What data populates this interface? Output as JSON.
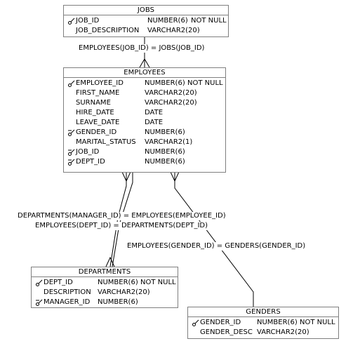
{
  "tables": {
    "jobs": {
      "title": "JOBS",
      "columns": [
        {
          "name": "JOB_ID",
          "type": "NUMBER(6)",
          "constraint": "NOT NULL",
          "key": "primary"
        },
        {
          "name": "JOB_DESCRIPTION",
          "type": "VARCHAR2(20)",
          "constraint": "",
          "key": "none"
        }
      ]
    },
    "employees": {
      "title": "EMPLOYEES",
      "columns": [
        {
          "name": "EMPLOYEE_ID",
          "type": "NUMBER(6)",
          "constraint": "NOT NULL",
          "key": "primary"
        },
        {
          "name": "FIRST_NAME",
          "type": "VARCHAR2(20)",
          "constraint": "",
          "key": "none"
        },
        {
          "name": "SURNAME",
          "type": "VARCHAR2(20)",
          "constraint": "",
          "key": "none"
        },
        {
          "name": "HIRE_DATE",
          "type": "DATE",
          "constraint": "",
          "key": "none"
        },
        {
          "name": "LEAVE_DATE",
          "type": "DATE",
          "constraint": "",
          "key": "none"
        },
        {
          "name": "GENDER_ID",
          "type": "NUMBER(6)",
          "constraint": "",
          "key": "foreign"
        },
        {
          "name": "MARITAL_STATUS",
          "type": "VARCHAR2(1)",
          "constraint": "",
          "key": "none"
        },
        {
          "name": "JOB_ID",
          "type": "NUMBER(6)",
          "constraint": "",
          "key": "foreign"
        },
        {
          "name": "DEPT_ID",
          "type": "NUMBER(6)",
          "constraint": "",
          "key": "foreign"
        }
      ]
    },
    "departments": {
      "title": "DEPARTMENTS",
      "columns": [
        {
          "name": "DEPT_ID",
          "type": "NUMBER(6)",
          "constraint": "NOT NULL",
          "key": "primary"
        },
        {
          "name": "DESCRIPTION",
          "type": "VARCHAR2(20)",
          "constraint": "",
          "key": "none"
        },
        {
          "name": "MANAGER_ID",
          "type": "NUMBER(6)",
          "constraint": "",
          "key": "foreign"
        }
      ]
    },
    "genders": {
      "title": "GENDERS",
      "columns": [
        {
          "name": "GENDER_ID",
          "type": "NUMBER(6)",
          "constraint": "NOT NULL",
          "key": "primary"
        },
        {
          "name": "GENDER_DESC",
          "type": "VARCHAR2(20)",
          "constraint": "",
          "key": "none"
        }
      ]
    }
  },
  "relationships": {
    "jobs_employees": "EMPLOYEES(JOB_ID) = JOBS(JOB_ID)",
    "departments_manager": "DEPARTMENTS(MANAGER_ID) = EMPLOYEES(EMPLOYEE_ID)",
    "employees_dept": "EMPLOYEES(DEPT_ID) = DEPARTMENTS(DEPT_ID)",
    "employees_gender": "EMPLOYEES(GENDER_ID) = GENDERS(GENDER_ID)"
  },
  "icons": {
    "primary": "key-icon",
    "foreign": "foreign-key-icon"
  },
  "colors": {
    "border": "#7f7f7f",
    "line": "#000000",
    "background": "#ffffff"
  }
}
